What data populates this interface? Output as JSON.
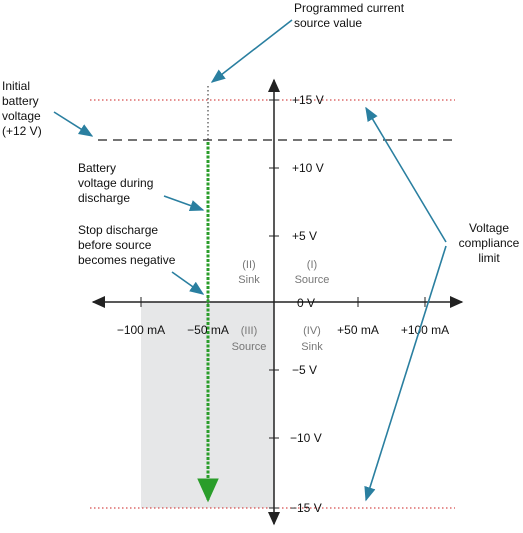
{
  "annotations": {
    "programmed_current": [
      "Programmed current",
      "source value"
    ],
    "initial_battery": [
      "Initial",
      "battery",
      "voltage",
      "(+12 V)"
    ],
    "battery_during_discharge": [
      "Battery",
      "voltage during",
      "discharge"
    ],
    "stop_discharge": [
      "Stop discharge",
      "before source",
      "becomes negative"
    ],
    "voltage_compliance": [
      "Voltage",
      "compliance",
      "limit"
    ]
  },
  "axis": {
    "y_ticks": [
      "+15 V",
      "+10 V",
      "+5 V",
      "0 V",
      "−5 V",
      "−10 V",
      "−15 V"
    ],
    "x_ticks": [
      "−100 mA",
      "−50 mA",
      "+50 mA",
      "+100 mA"
    ]
  },
  "quadrants": {
    "q1": [
      "(I)",
      "Source"
    ],
    "q2": [
      "(II)",
      "Sink"
    ],
    "q3": [
      "(III)",
      "Source"
    ],
    "q4": [
      "(IV)",
      "Sink"
    ]
  },
  "colors": {
    "axis": "#222222",
    "compliance_line": "#cc2222",
    "callout_arrow": "#2a7fa0",
    "discharge_line": "#2a9d2a",
    "shaded_region": "#e6e7e8",
    "quadrant_label": "#777777"
  }
}
